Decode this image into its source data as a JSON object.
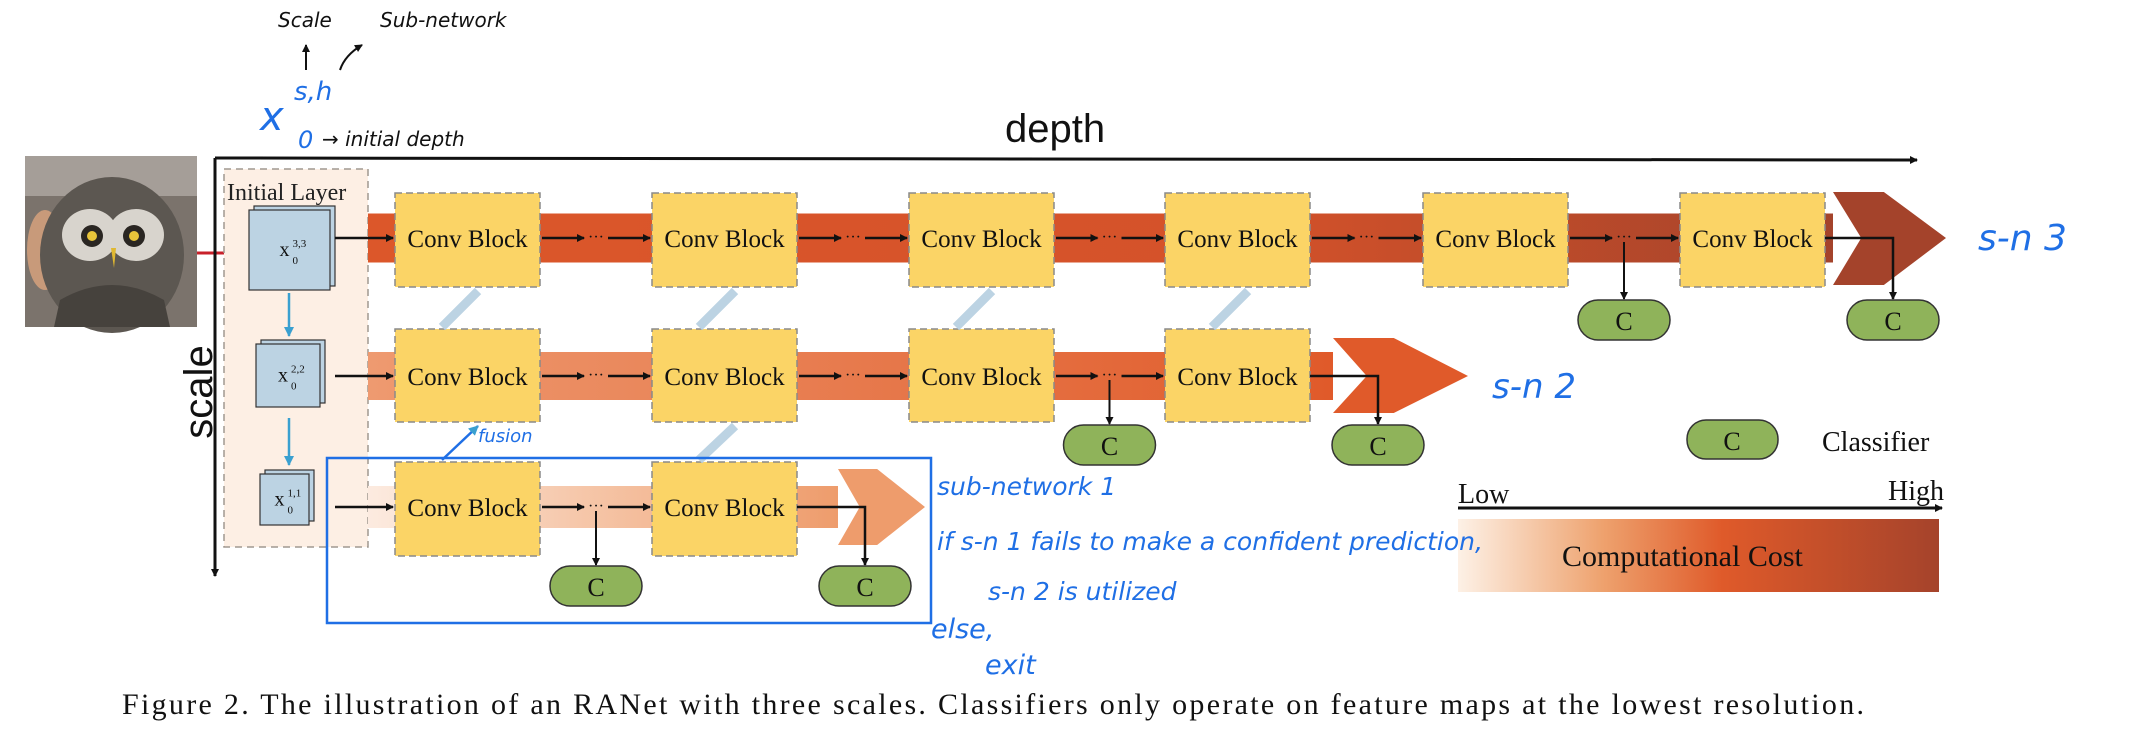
{
  "figure": {
    "axis_depth_label": "depth",
    "axis_scale_label": "scale",
    "initial_layer_label": "Initial Layer",
    "initial_maps": [
      {
        "base": "x",
        "sup": "3,3",
        "sub": "0"
      },
      {
        "base": "x",
        "sup": "2,2",
        "sub": "0"
      },
      {
        "base": "x",
        "sup": "1,1",
        "sub": "0"
      }
    ],
    "conv_block_label": "Conv Block",
    "ellipsis": "···",
    "classifier_label": "C",
    "rows": [
      {
        "scale": 3,
        "blocks": 6
      },
      {
        "scale": 2,
        "blocks": 4
      },
      {
        "scale": 1,
        "blocks": 2
      }
    ],
    "legend": {
      "classifier_symbol": "C",
      "classifier_text": "Classifier",
      "cost_low": "Low",
      "cost_high": "High",
      "cost_label": "Computational Cost"
    },
    "colors": {
      "conv_block": "#fbd466",
      "classifier": "#8fb35a",
      "row3_band": "#d9552a",
      "row3_band_end": "#a4432b",
      "row2_band": "#ec9468",
      "row2_band_end": "#e05a2a",
      "row1_band": "#fbe6da",
      "row1_band_end": "#ee9c6c",
      "fusion_arrow": "#bcd3e3",
      "annotation_blue": "#1f6fe5"
    },
    "caption": "Figure 2. The illustration of an RANet with three scales. Classifiers only operate on feature maps at the lowest resolution."
  },
  "annotations": {
    "scale": "Scale",
    "sub_network": "Sub-network",
    "x_symbol": "x",
    "x_sup": "s,h",
    "x_sub": "0",
    "initial_depth": "→ initial depth",
    "fusion": "fusion",
    "sn3": "s-n 3",
    "sn2": "s-n 2",
    "sub_network_1": "sub-network 1",
    "if_line": "if s-n 1 fails to make a confident prediction,",
    "utilized_line": "s-n 2 is utilized",
    "else_line": "else,",
    "exit_line": "exit"
  }
}
